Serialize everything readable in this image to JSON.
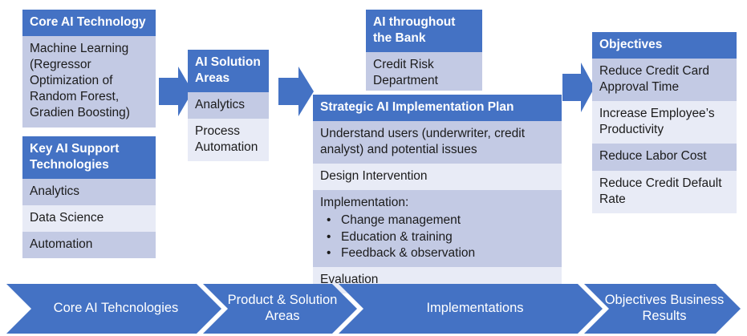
{
  "theme": {
    "header_blue": "#4472C4",
    "row_dark": "#C3CAE4",
    "row_light": "#E8EBF6",
    "arrow_blue": "#4472C4",
    "chevron_blue": "#4472C4",
    "text_dark": "#1b1b1b",
    "text_light": "#ffffff"
  },
  "columns": {
    "core_ai_technology": {
      "header": "Core AI Technology",
      "rows": [
        "Machine Learning (Regressor Optimization of Random Forest, Gradien Boosting)"
      ]
    },
    "key_ai_support_technologies": {
      "header": "Key AI Support Technologies",
      "rows": [
        "Analytics",
        "Data Science",
        "Automation"
      ]
    },
    "ai_solution_areas": {
      "header": "AI Solution Areas",
      "rows": [
        "Analytics",
        "Process Automation"
      ]
    },
    "ai_throughout_the_bank": {
      "header": "AI throughout the Bank",
      "rows": [
        "Credit Risk Department"
      ]
    },
    "strategic_ai_implementation_plan": {
      "header": "Strategic AI Implementation Plan",
      "rows": [
        "Understand users (underwriter, credit analyst) and potential issues",
        "Design Intervention",
        "Evaluation"
      ],
      "implementation": {
        "title": "Implementation:",
        "bullets": [
          "Change management",
          "Education & training",
          "Feedback & observation"
        ]
      }
    },
    "objectives": {
      "header": "Objectives",
      "rows": [
        "Reduce Credit Card Approval Time",
        "Increase Employee’s Productivity",
        "Reduce Labor Cost",
        "Reduce Credit Default Rate"
      ]
    }
  },
  "process_bar": {
    "steps": [
      "Core AI Tehcnologies",
      "Product & Solution Areas",
      "Implementations",
      "Objectives Business Results"
    ]
  },
  "connector_arrows": [
    "arrow-core-to-solution",
    "arrow-solution-to-plan",
    "arrow-plan-to-objectives"
  ]
}
